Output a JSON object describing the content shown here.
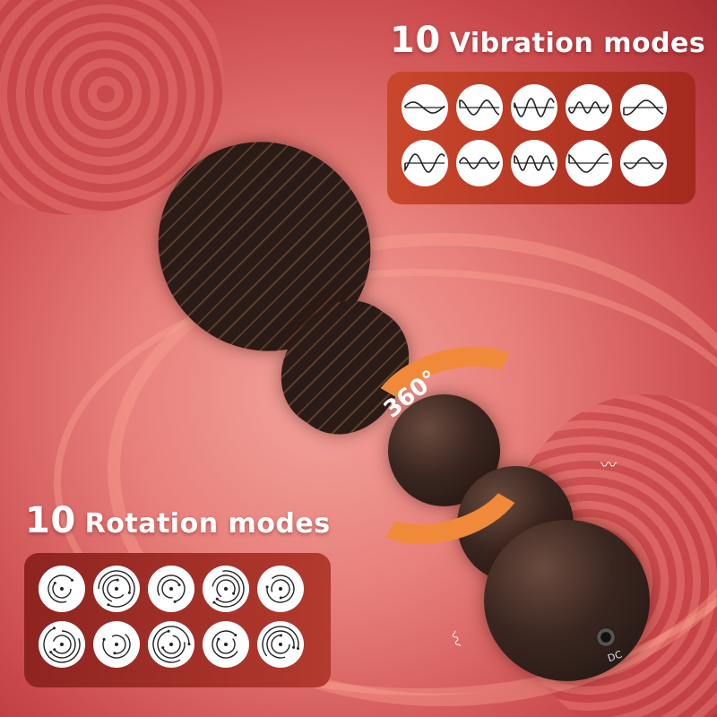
{
  "vibration": {
    "count": "10",
    "label": "Vibration modes",
    "modes": [
      "mode-1",
      "mode-2",
      "mode-3",
      "mode-4",
      "mode-5",
      "mode-6",
      "mode-7",
      "mode-8",
      "mode-9",
      "mode-10"
    ]
  },
  "rotation": {
    "count": "10",
    "label": "Rotation modes",
    "modes": [
      "mode-1",
      "mode-2",
      "mode-3",
      "mode-4",
      "mode-5",
      "mode-6",
      "mode-7",
      "mode-8",
      "mode-9",
      "mode-10"
    ]
  },
  "badge": {
    "text": "360°"
  },
  "port": {
    "label": "DC"
  },
  "colors": {
    "background": "#e8807b",
    "vibration_panel": "#b8381f",
    "rotation_panel": "#9e2e26",
    "arrow": "#f08a3a",
    "text": "#ffffff"
  }
}
